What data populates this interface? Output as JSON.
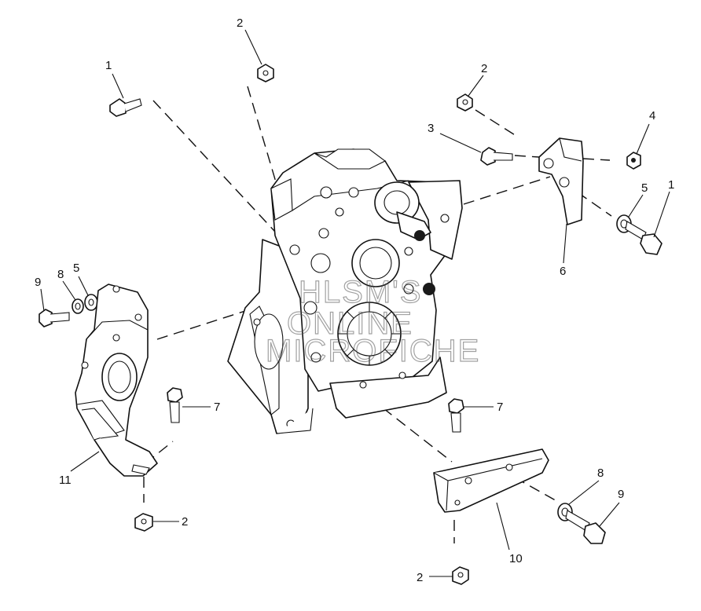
{
  "watermark": [
    "HLSM'S",
    "ONLINE",
    "MICROFICHE"
  ],
  "callouts": [
    {
      "id": "c1a",
      "text": "1"
    },
    {
      "id": "c2a",
      "text": "2"
    },
    {
      "id": "c2b",
      "text": "2"
    },
    {
      "id": "c3",
      "text": "3"
    },
    {
      "id": "c4",
      "text": "4"
    },
    {
      "id": "c5a",
      "text": "5"
    },
    {
      "id": "c1b",
      "text": "1"
    },
    {
      "id": "c6",
      "text": "6"
    },
    {
      "id": "c9a",
      "text": "9"
    },
    {
      "id": "c8a",
      "text": "8"
    },
    {
      "id": "c5b",
      "text": "5"
    },
    {
      "id": "c7a",
      "text": "7"
    },
    {
      "id": "c7b",
      "text": "7"
    },
    {
      "id": "c11",
      "text": "11"
    },
    {
      "id": "c2c",
      "text": "2"
    },
    {
      "id": "c8b",
      "text": "8"
    },
    {
      "id": "c9b",
      "text": "9"
    },
    {
      "id": "c10",
      "text": "10"
    },
    {
      "id": "c2d",
      "text": "2"
    }
  ]
}
